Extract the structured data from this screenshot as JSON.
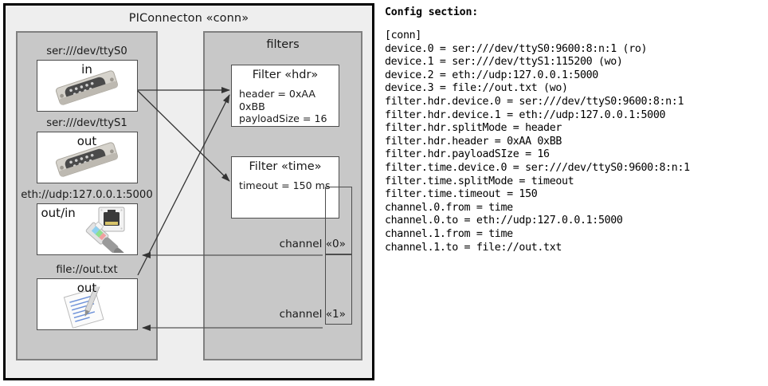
{
  "diagram": {
    "title": "PIConnecton «conn»",
    "devices_panel": {
      "name": "devices",
      "items": [
        {
          "caption": "ser:///dev/ttyS0",
          "direction": "in",
          "icon": "serial-port-icon"
        },
        {
          "caption": "ser:///dev/ttyS1",
          "direction": "out",
          "icon": "serial-port-icon"
        },
        {
          "caption": "eth://udp:127.0.0.1:5000",
          "direction": "out/in",
          "icon": "ethernet-plug-icon"
        },
        {
          "caption": "file://out.txt",
          "direction": "out",
          "icon": "text-file-icon"
        }
      ]
    },
    "filters_panel": {
      "title": "filters",
      "filters": [
        {
          "title": "Filter «hdr»",
          "props": [
            "header = 0xAA 0xBB",
            "payloadSize = 16"
          ]
        },
        {
          "title": "Filter «time»",
          "props": [
            "timeout = 150 ms"
          ]
        }
      ],
      "channels": [
        {
          "label": "channel «0»"
        },
        {
          "label": "channel «1»"
        }
      ]
    }
  },
  "config": {
    "heading": "Config section:",
    "text": "[conn]\ndevice.0 = ser:///dev/ttyS0:9600:8:n:1 (ro)\ndevice.1 = ser:///dev/ttyS1:115200 (wo)\ndevice.2 = eth://udp:127.0.0.1:5000\ndevice.3 = file://out.txt (wo)\nfilter.hdr.device.0 = ser:///dev/ttyS0:9600:8:n:1\nfilter.hdr.device.1 = eth://udp:127.0.0.1:5000\nfilter.hdr.splitMode = header\nfilter.hdr.header = 0xAA 0xBB\nfilter.hdr.payloadSIze = 16\nfilter.time.device.0 = ser:///dev/ttyS0:9600:8:n:1\nfilter.time.splitMode = timeout\nfilter.time.timeout = 150\nchannel.0.from = time\nchannel.0.to = eth://udp:127.0.0.1:5000\nchannel.1.from = time\nchannel.1.to = file://out.txt"
  },
  "colors": {
    "outer_border": "#000000",
    "outer_fill": "#eeeeee",
    "panel_fill": "#c8c8c8",
    "panel_border": "#808080",
    "box_fill": "#ffffff",
    "box_border": "#4d4d4d",
    "arrow": "#333333"
  }
}
